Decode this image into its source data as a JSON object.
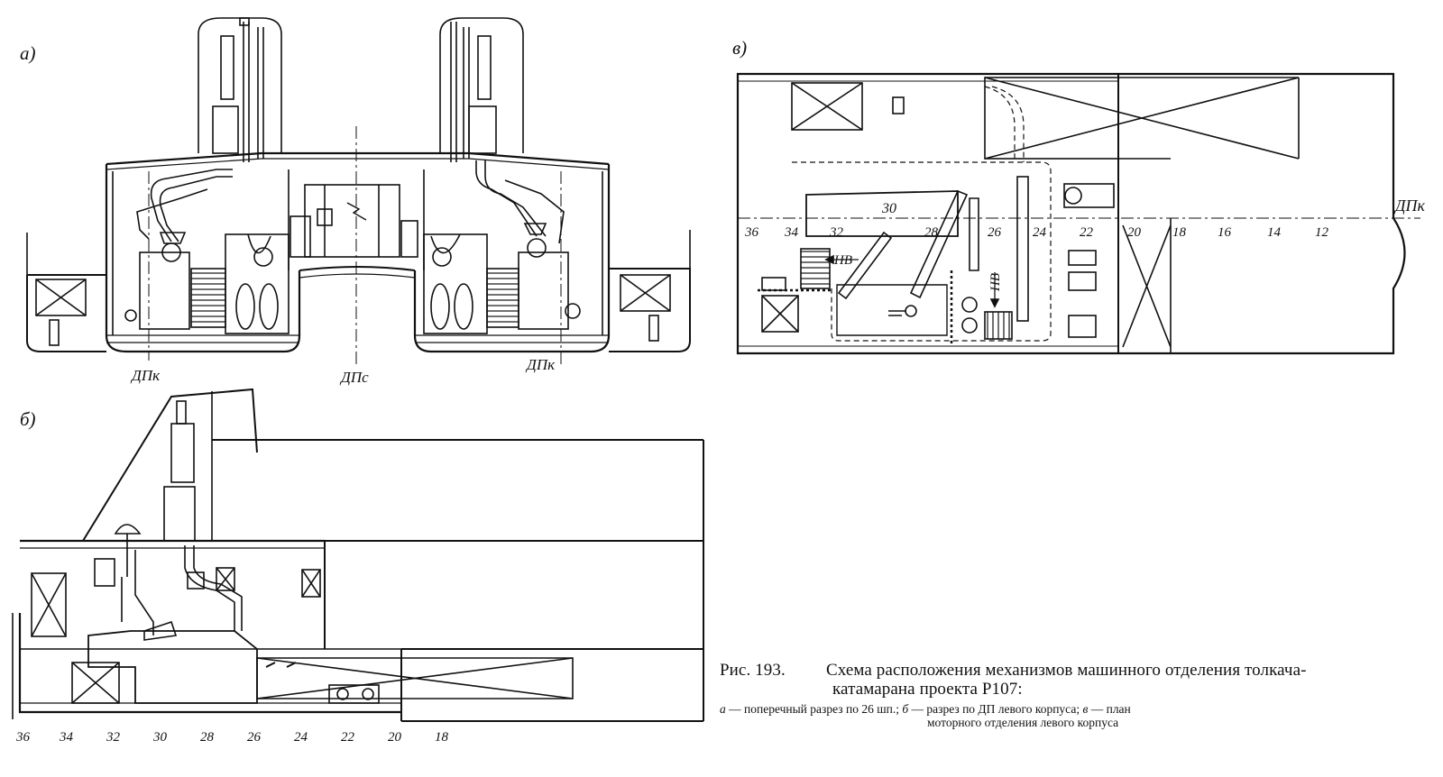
{
  "views": {
    "a": {
      "label": "а)",
      "dp_left": "ДПк",
      "dp_center": "ДПс",
      "dp_right": "ДПк"
    },
    "b": {
      "label": "б)",
      "frames": [
        "36",
        "34",
        "32",
        "30",
        "28",
        "26",
        "24",
        "22",
        "20",
        "18"
      ]
    },
    "v": {
      "label": "в)",
      "dp": "ДПк",
      "frames": [
        "36",
        "34",
        "32",
        "28",
        "26",
        "24",
        "22",
        "20",
        "18",
        "16",
        "14",
        "12"
      ],
      "engine_frame": "30",
      "nv_left": "НВ",
      "nv_right": "НВ"
    }
  },
  "caption": {
    "fig_no": "Рис. 193.",
    "title_1": "Схема расположения механизмов машинного отделения толкача-",
    "title_2": "катамарана проекта Р107:",
    "legend_a": "а",
    "legend_a_text": "— поперечный разрез по 26 шп.;",
    "legend_b": "б",
    "legend_b_text": "— разрез по ДП левого корпуса;",
    "legend_v": "в",
    "legend_v_text": "— план",
    "legend_line2": "моторного отделения левого корпуса"
  }
}
